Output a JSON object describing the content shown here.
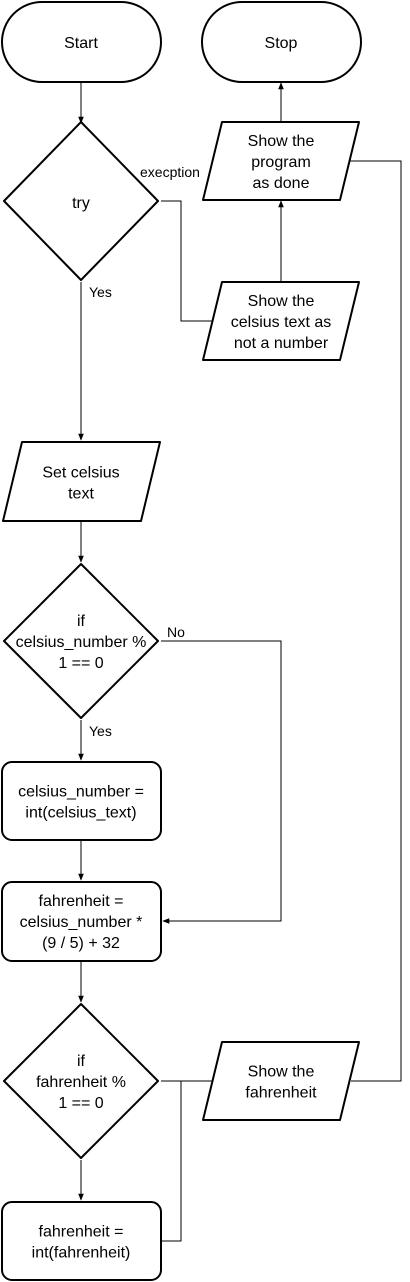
{
  "nodes": {
    "start": {
      "lines": [
        "Start"
      ]
    },
    "stop": {
      "lines": [
        "Stop"
      ]
    },
    "try": {
      "lines": [
        "try"
      ]
    },
    "show_done": {
      "lines": [
        "Show the",
        "program",
        "as done"
      ]
    },
    "show_not_number": {
      "lines": [
        "Show the",
        "celsius text as",
        "not a number"
      ]
    },
    "set_celsius": {
      "lines": [
        "Set celsius",
        "text"
      ]
    },
    "if_celsius": {
      "lines": [
        "if",
        "celsius_number %",
        "1 == 0"
      ]
    },
    "celsius_int": {
      "lines": [
        "celsius_number =",
        "int(celsius_text)"
      ]
    },
    "fahrenheit_calc": {
      "lines": [
        "fahrenheit =",
        "celsius_number *",
        "(9 / 5) + 32"
      ]
    },
    "if_fahrenheit": {
      "lines": [
        "if",
        "fahrenheit %",
        "1 == 0"
      ]
    },
    "show_fahrenheit": {
      "lines": [
        "Show the",
        "fahrenheit"
      ]
    },
    "fahrenheit_int": {
      "lines": [
        "fahrenheit =",
        "int(fahrenheit)"
      ]
    }
  },
  "edge_labels": {
    "exception": "execption",
    "try_yes": "Yes",
    "if_no": "No",
    "if_yes": "Yes"
  }
}
